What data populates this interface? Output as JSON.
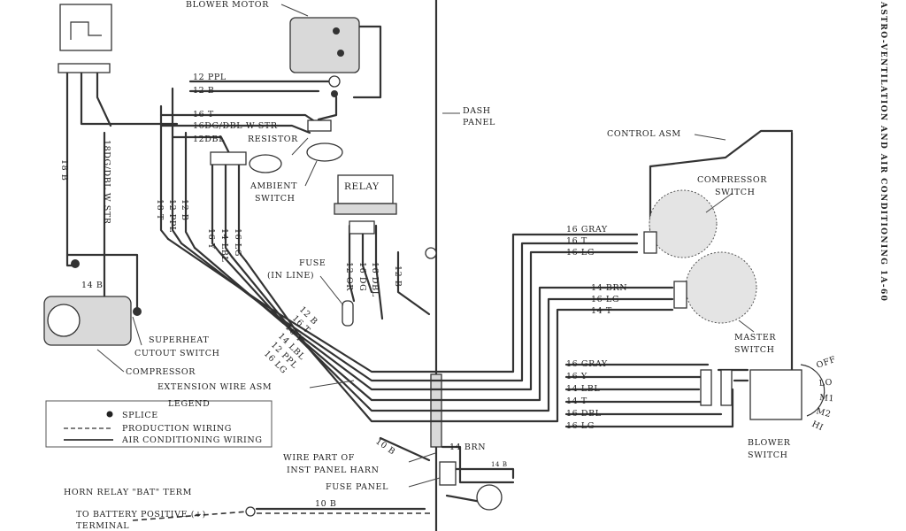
{
  "side_title": "ASTRO-VENTILATION AND AIR CONDITIONING 1A-60",
  "components": {
    "blower_motor": "BLOWER MOTOR",
    "dash_panel": [
      "DASH",
      "PANEL"
    ],
    "control_asm": "CONTROL ASM",
    "compressor_switch": [
      "COMPRESSOR",
      "SWITCH"
    ],
    "master_switch": [
      "MASTER",
      "SWITCH"
    ],
    "blower_switch": [
      "BLOWER",
      "SWITCH"
    ],
    "resistor": "RESISTOR",
    "ambient_switch": [
      "AMBIENT",
      "SWITCH"
    ],
    "relay": "RELAY",
    "fuse_in_line": [
      "FUSE",
      "(IN LINE)"
    ],
    "superheat_cutout_switch": [
      "SUPERHEAT",
      "CUTOUT SWITCH"
    ],
    "compressor": "COMPRESSOR",
    "extension_wire_asm": "EXTENSION WIRE ASM",
    "wire_part_of_inst_panel_harn": [
      "WIRE PART OF",
      "INST PANEL HARN"
    ],
    "fuse_panel": "FUSE PANEL",
    "horn_relay_bat_term": "HORN RELAY \"BAT\" TERM",
    "battery_terminal": [
      "TO BATTERY POSITIVE (+)",
      "TERMINAL"
    ]
  },
  "blower_switch_positions": [
    "OFF",
    "LO",
    "M1",
    "M2",
    "HI"
  ],
  "legend": {
    "title": "LEGEND",
    "items": [
      "SPLICE",
      "PRODUCTION WIRING",
      "AIR CONDITIONING WIRING"
    ]
  },
  "wire_labels": {
    "blower_feed": [
      "12 PPL",
      "12 B",
      "16 T",
      "16DG/DBL W STR",
      "12DBL"
    ],
    "vertical_left": [
      "18 B",
      "18DG/DBL W STR"
    ],
    "vertical_group_1": [
      "18 T",
      "12 PPL",
      "12 B"
    ],
    "vertical_group_2": [
      "16 Y",
      "14 LBL",
      "16 LG"
    ],
    "relay_group": [
      "12 OR",
      "16 DG",
      "16 DBL",
      "12 B"
    ],
    "diagonal_harness": [
      "12 B",
      "16 T",
      "16 Y",
      "14 LBL",
      "12 PPL",
      "16 LG"
    ],
    "compressor_wire": "14 B",
    "compressor_switch_wires": [
      "16 GRAY",
      "16 T",
      "16 LG"
    ],
    "master_switch_wires": [
      "14 BRN",
      "16 LG",
      "14 T"
    ],
    "blower_switch_wires": [
      "16 GRAY",
      "16 Y",
      "14 LBL",
      "14 T",
      "16 DBL",
      "16 LG"
    ],
    "panel_wires": [
      "10 B",
      "14 BRN",
      "10 B",
      "14 B"
    ]
  }
}
